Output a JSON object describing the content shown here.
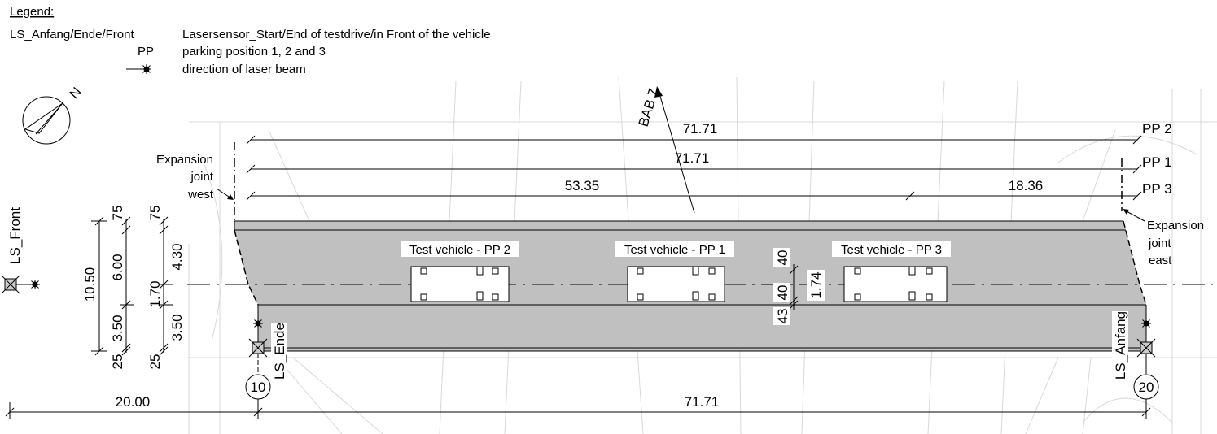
{
  "legend": {
    "title": "Legend:",
    "items": [
      {
        "key": "LS_Anfang/Ende/Front",
        "desc": "Lasersensor_Start/End of testdrive/in Front of the vehicle"
      },
      {
        "key": "PP",
        "desc": "parking position 1, 2 and 3"
      },
      {
        "key": "laser-beam-symbol",
        "desc": "direction of laser beam"
      }
    ]
  },
  "compass": {
    "label": "N"
  },
  "road": {
    "label": "BAB 7"
  },
  "expansion_joints": {
    "west": [
      "Expansion",
      "joint",
      "west"
    ],
    "east": [
      "Expansion",
      "joint",
      "east"
    ]
  },
  "parking_positions": {
    "pp2": {
      "label": "PP 2",
      "distance": "71.71"
    },
    "pp1": {
      "label": "PP 1",
      "distance": "71.71"
    },
    "pp3": {
      "label": "PP 3",
      "distance_a": "53.35",
      "distance_b": "18.36"
    }
  },
  "vehicles": [
    {
      "label": "Test vehicle - PP 2"
    },
    {
      "label": "Test vehicle - PP 1"
    },
    {
      "label": "Test vehicle - PP 3"
    }
  ],
  "vehicle_dims": {
    "top": "40",
    "width": "1.74",
    "bottom": "40",
    "gap": "43"
  },
  "cross_section": {
    "total": "10.50",
    "a": {
      "top": "75",
      "upper": "6.00",
      "lower": "3.50",
      "bottom": "25"
    },
    "b": {
      "top": "75",
      "upper": "4.30",
      "middle": "1.70",
      "lower": "3.50",
      "bottom": "25"
    }
  },
  "sensors": {
    "front": "LS_Front",
    "end": "LS_Ende",
    "start": "LS_Anfang"
  },
  "axes": {
    "west": "10",
    "east": "20"
  },
  "bottom_dims": {
    "offset": "20.00",
    "length": "71.71"
  },
  "colors": {
    "deck": "#c0c0c0",
    "line": "#000000",
    "background_plan": "#d8d8d8"
  }
}
